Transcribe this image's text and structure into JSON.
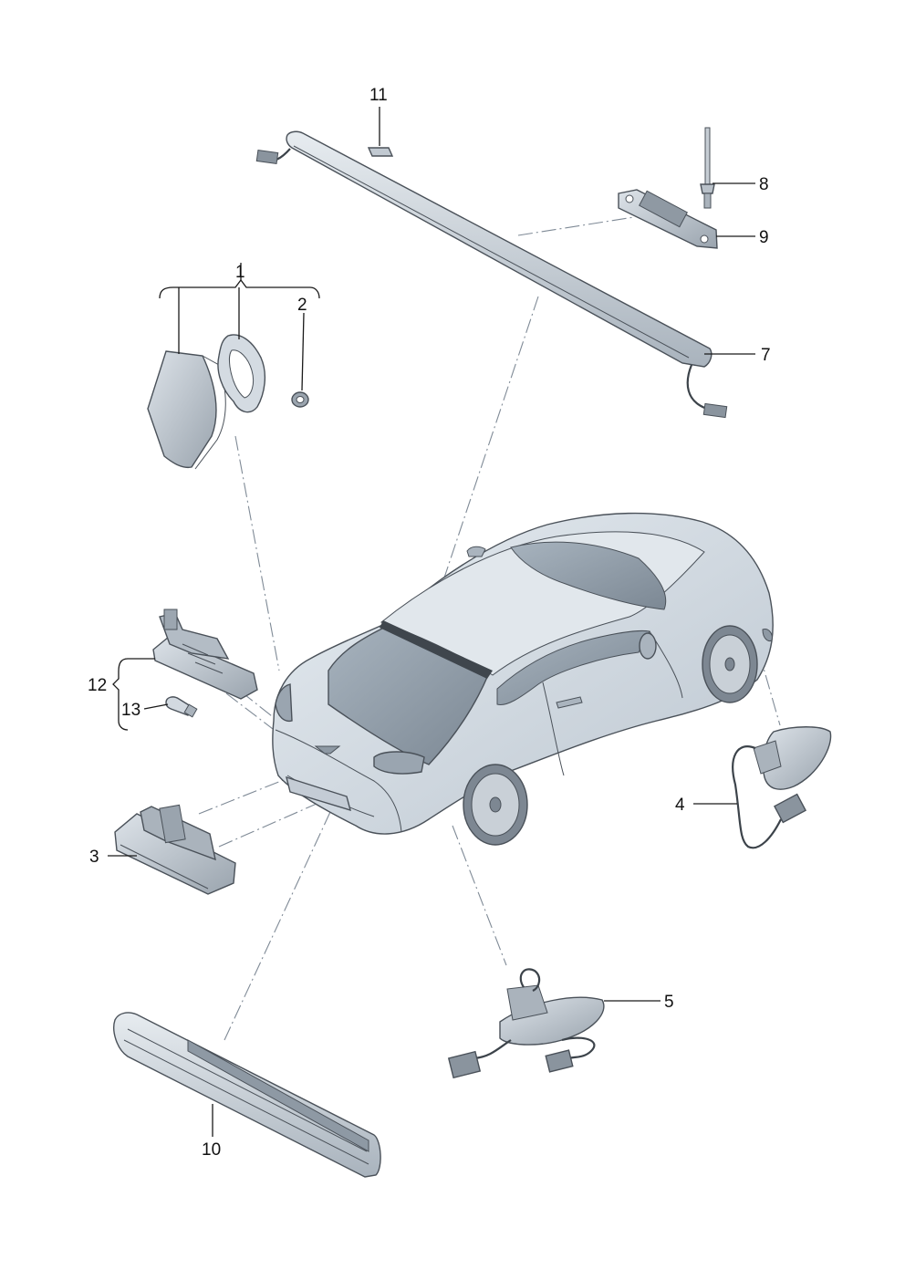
{
  "diagram": {
    "type": "exploded-parts-view",
    "callouts": [
      {
        "id": "c1",
        "label": "1"
      },
      {
        "id": "c2",
        "label": "2"
      },
      {
        "id": "c3",
        "label": "3"
      },
      {
        "id": "c4",
        "label": "4"
      },
      {
        "id": "c5",
        "label": "5"
      },
      {
        "id": "c7",
        "label": "7"
      },
      {
        "id": "c8",
        "label": "8"
      },
      {
        "id": "c9",
        "label": "9"
      },
      {
        "id": "c10",
        "label": "10"
      },
      {
        "id": "c11",
        "label": "11"
      },
      {
        "id": "c12",
        "label": "12"
      },
      {
        "id": "c13",
        "label": "13"
      }
    ]
  },
  "colors": {
    "background": "#ffffff",
    "car_body": "#d5dde5",
    "car_shadow": "#aeb8c2",
    "glass": "#8c99a6",
    "part_fill": "#c7cfd8",
    "part_dark": "#8a949e",
    "line": "#1a1a1a",
    "dash_line": "#7f8a96"
  }
}
